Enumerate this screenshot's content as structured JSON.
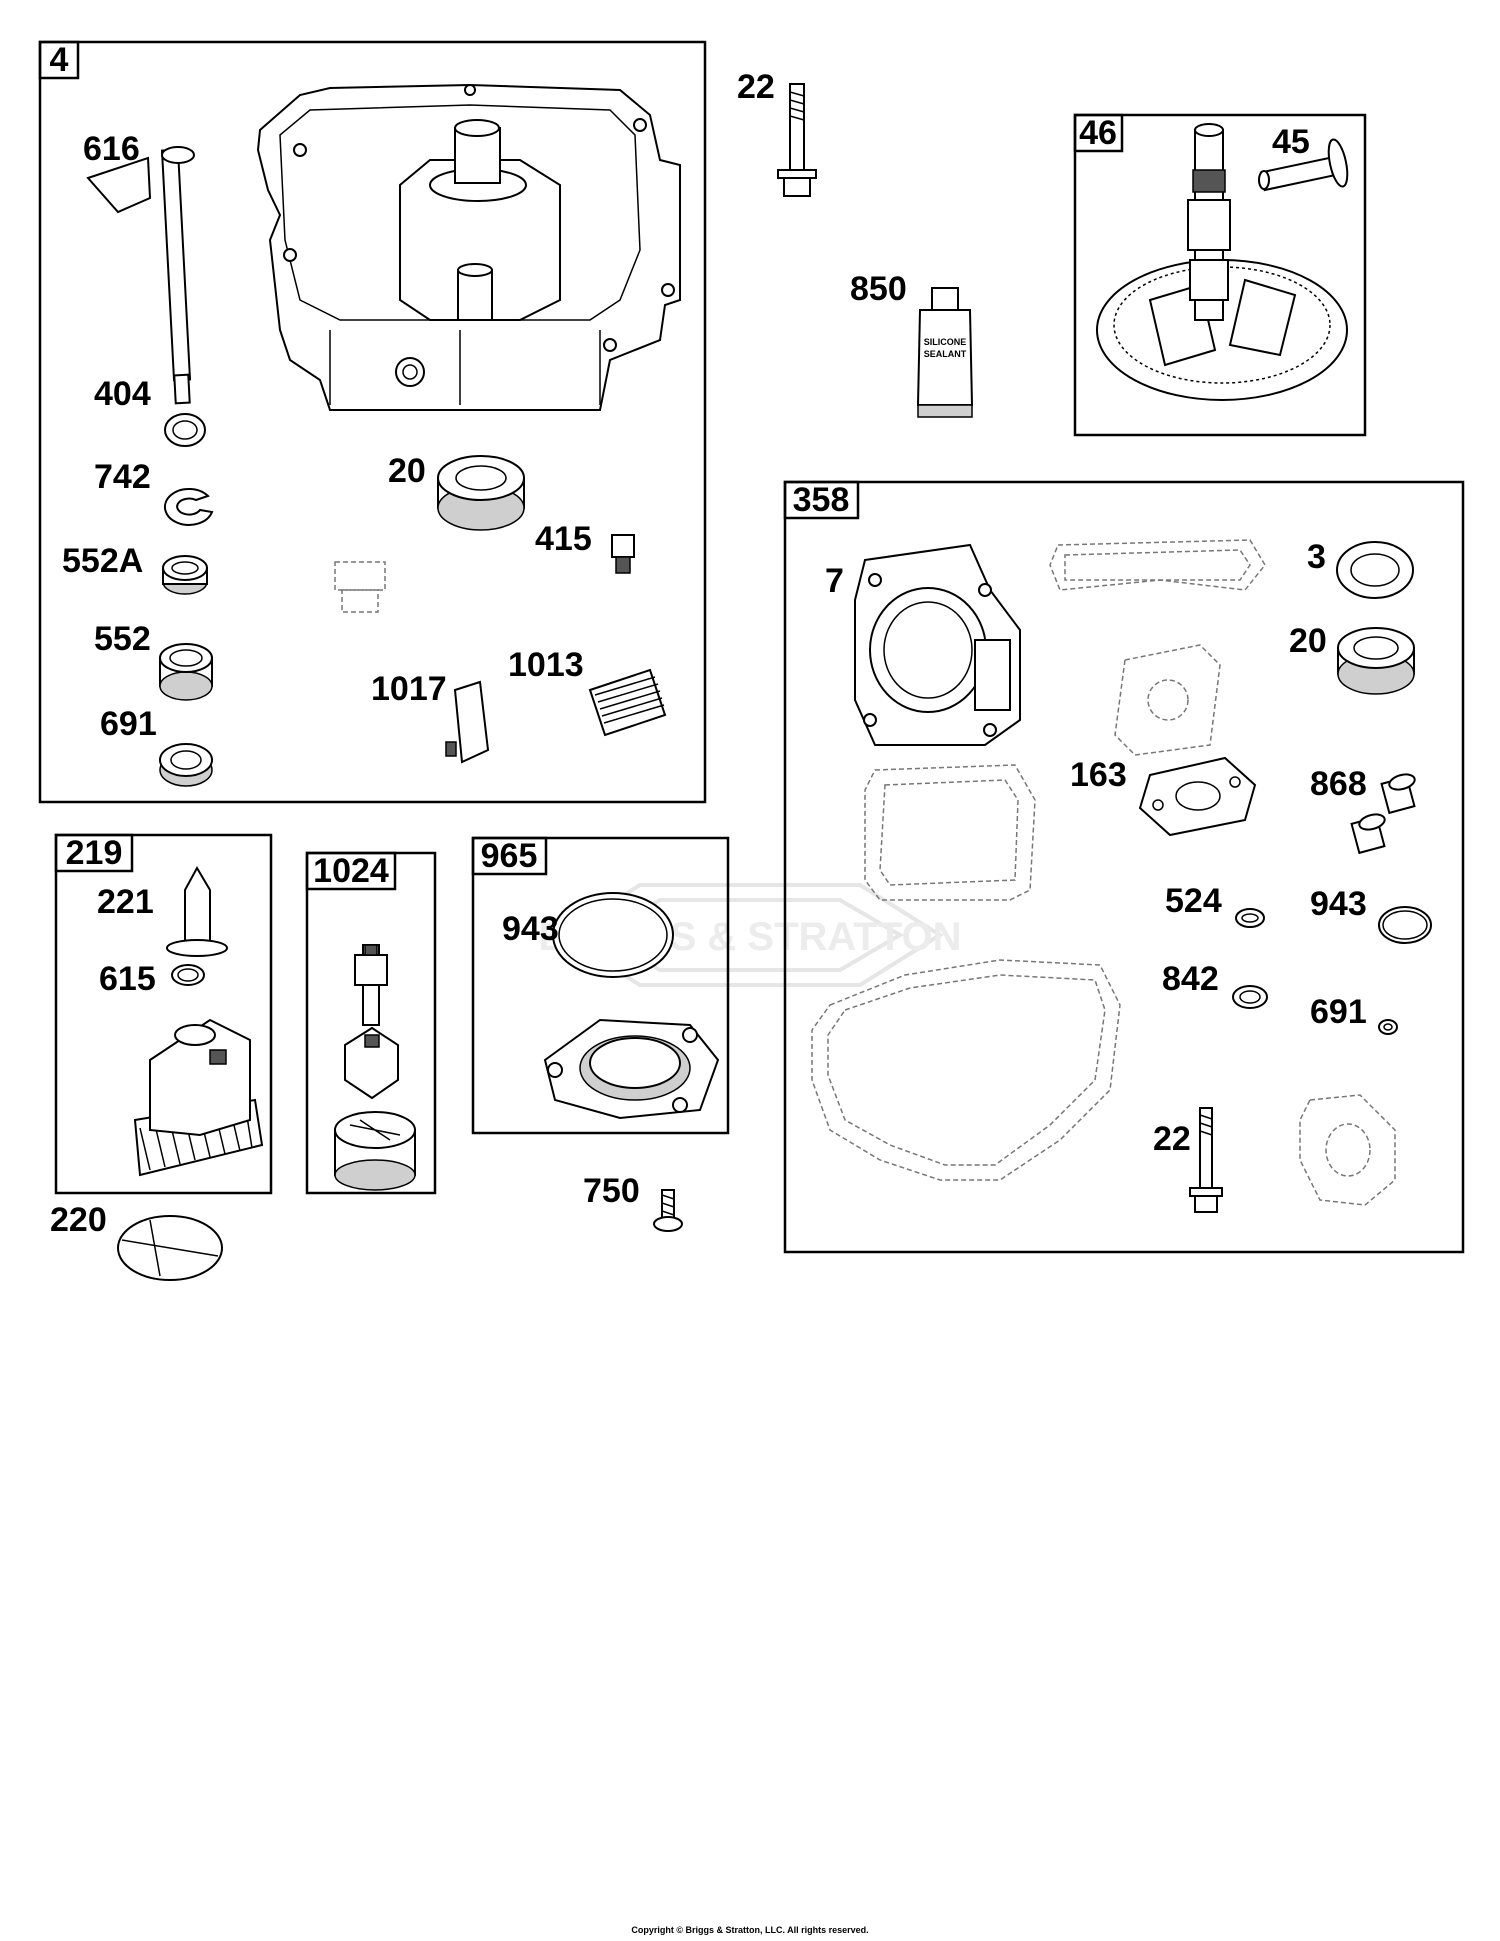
{
  "boxes": {
    "b4": "4",
    "b46": "46",
    "b358": "358",
    "b219": "219",
    "b1024": "1024",
    "b965": "965"
  },
  "labels": {
    "p616": "616",
    "p404": "404",
    "p742": "742",
    "p552a": "552A",
    "p552": "552",
    "p691a": "691",
    "p20a": "20",
    "p415": "415",
    "p1017": "1017",
    "p1013": "1013",
    "p22a": "22",
    "p850": "850",
    "p45": "45",
    "p7": "7",
    "p3": "3",
    "p20b": "20",
    "p163": "163",
    "p868": "868",
    "p524": "524",
    "p943b": "943",
    "p842": "842",
    "p691b": "691",
    "p22b": "22",
    "p221": "221",
    "p615": "615",
    "p220": "220",
    "p943a": "943",
    "p750": "750"
  },
  "tube_text": [
    "SILICONE",
    "SEALANT"
  ],
  "watermark": "BRIGGS & STRATTON",
  "copyright": "Copyright © Briggs & Stratton, LLC. All rights reserved."
}
